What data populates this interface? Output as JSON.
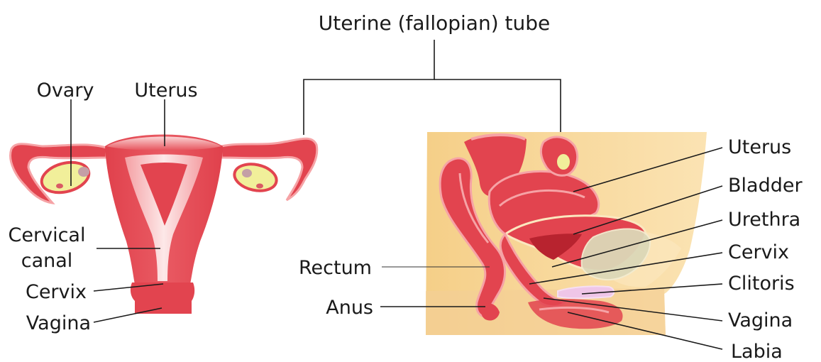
{
  "top_label": "Uterine (fallopian) tube",
  "front_view": {
    "labels": {
      "ovary": "Ovary",
      "uterus": "Uterus",
      "cervical_canal_line1": "Cervical",
      "cervical_canal_line2": "canal",
      "cervix": "Cervix",
      "vagina": "Vagina"
    }
  },
  "side_view": {
    "labels": {
      "rectum": "Rectum",
      "anus": "Anus",
      "uterus": "Uterus",
      "bladder": "Bladder",
      "urethra": "Urethra",
      "cervix": "Cervix",
      "clitoris": "Clitoris",
      "vagina": "Vagina",
      "labia": "Labia"
    }
  },
  "colors": {
    "organ_red": "#e2444f",
    "organ_dark": "#c8323c",
    "organ_light": "#f6a3a6",
    "skin": "#f7d79b",
    "skin_light": "#fbe7bf",
    "ovary_yellow": "#f1ef9a",
    "bladder_fill": "#dcd8b8",
    "clitoris_pink": "#efc6e8"
  }
}
